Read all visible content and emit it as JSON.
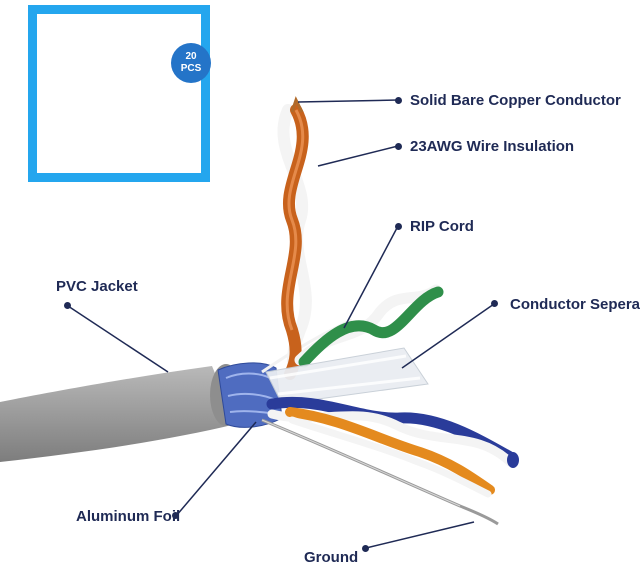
{
  "inset": {
    "badge_line1": "20",
    "badge_line2": "PCS"
  },
  "labels": {
    "conductor": "Solid Bare Copper Conductor",
    "insulation": "23AWG Wire Insulation",
    "rip_cord": "RIP Cord",
    "pvc_jacket": "PVC Jacket",
    "separator": "Conductor Seperator",
    "foil": "Aluminum Foil",
    "ground": "Ground"
  },
  "colors": {
    "label_text": "#1f2a55",
    "leader_line": "#1f2a55",
    "inset_border": "#24a6ee",
    "badge": "#2474c8",
    "jacket": "#9a9a9a",
    "copper": "#c8621c",
    "blue_pair": "#2a3c9a",
    "green_pair": "#2f8f4a",
    "orange_pair": "#e48a1e",
    "foil": "#5a78c8"
  }
}
